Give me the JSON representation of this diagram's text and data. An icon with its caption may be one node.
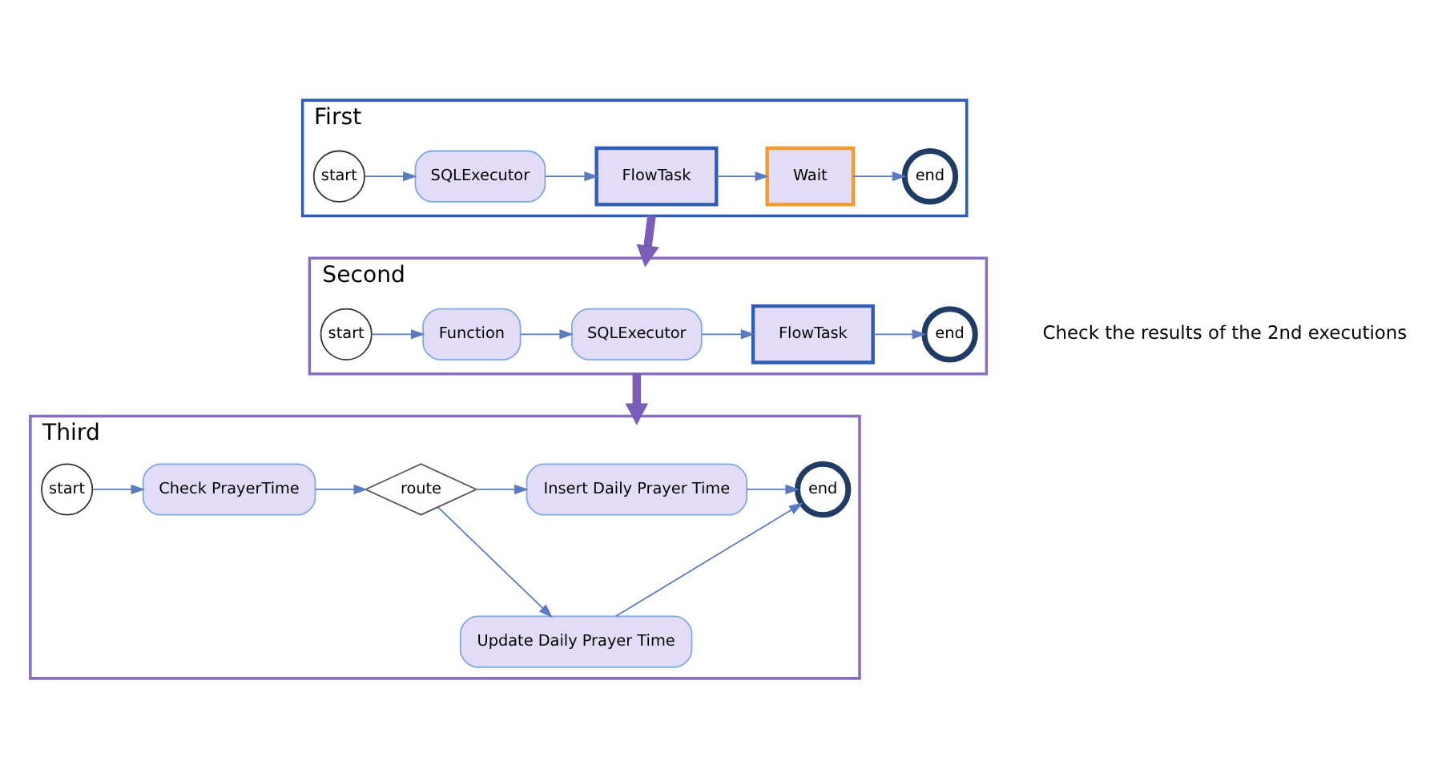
{
  "diagram": {
    "nodes": [
      {
        "text": [
          "First"
        ]
      },
      {
        "text": [
          "start"
        ],
        "in": 0
      },
      {
        "text": [
          "SQLExecutor"
        ],
        "in": 0
      },
      {
        "text": [
          "FlowTask"
        ],
        "in": 0
      },
      {
        "text": [
          "Wait"
        ],
        "in": 0
      },
      {
        "text": [
          "end"
        ],
        "in": 0
      },
      {
        "text": [
          "Second"
        ]
      },
      {
        "text": [
          "start"
        ],
        "in": 6
      },
      {
        "text": [
          "Function"
        ],
        "in": 6
      },
      {
        "text": [
          "SQLExecutor"
        ],
        "in": 6
      },
      {
        "text": [
          "FlowTask"
        ],
        "in": 6
      },
      {
        "text": [
          "end"
        ],
        "in": 6
      },
      {
        "text": [
          "Third"
        ]
      },
      {
        "text": [
          "start"
        ],
        "in": 12
      },
      {
        "text": [
          "Check PrayerTime"
        ],
        "in": 12
      },
      {
        "text": [
          "route"
        ],
        "in": 12
      },
      {
        "text": [
          "Insert Daily Prayer Time"
        ],
        "in": 12
      },
      {
        "text": [
          "Update Daily Prayer Time"
        ],
        "in": 12
      },
      {
        "text": [
          "end"
        ],
        "in": 12
      }
    ],
    "edges": [
      {
        "from": 1,
        "to": 2,
        "arrow": "to"
      },
      {
        "from": 2,
        "to": 3,
        "arrow": "to"
      },
      {
        "from": 3,
        "to": 4,
        "arrow": "to"
      },
      {
        "from": 4,
        "to": 5,
        "arrow": "to"
      },
      {
        "from": 0,
        "to": 6,
        "arrow": "to",
        "style": "thick",
        "color": "#7b5cb8"
      },
      {
        "from": 7,
        "to": 8,
        "arrow": "to"
      },
      {
        "from": 8,
        "to": 9,
        "arrow": "to"
      },
      {
        "from": 9,
        "to": 10,
        "arrow": "to"
      },
      {
        "from": 10,
        "to": 11,
        "arrow": "to"
      },
      {
        "from": 6,
        "to": 12,
        "arrow": "to",
        "style": "thick",
        "color": "#7b5cb8"
      },
      {
        "from": 13,
        "to": 14,
        "arrow": "to"
      },
      {
        "from": 14,
        "to": 15,
        "arrow": "to"
      },
      {
        "from": 15,
        "to": 16,
        "arrow": "to"
      },
      {
        "from": 15,
        "to": 17,
        "arrow": "to"
      },
      {
        "from": 16,
        "to": 18,
        "arrow": "to"
      },
      {
        "from": 17,
        "to": 18,
        "arrow": "to"
      }
    ],
    "labels": [
      "Check the results of the 2nd executions"
    ]
  }
}
